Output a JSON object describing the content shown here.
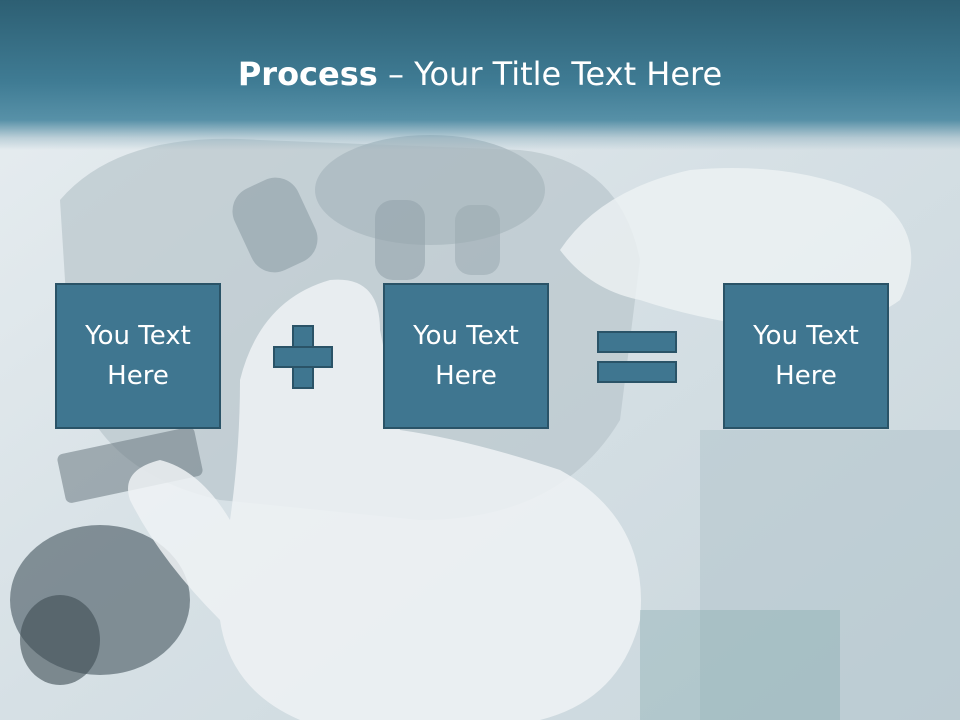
{
  "slide": {
    "title_bold": "Process",
    "title_rest": " – Your Title Text Here"
  },
  "boxes": [
    {
      "line1": "You Text",
      "line2": "Here"
    },
    {
      "line1": "You Text",
      "line2": "Here"
    },
    {
      "line1": "You Text",
      "line2": "Here"
    }
  ],
  "operators": [
    "plus-icon",
    "equals-icon"
  ],
  "colors": {
    "header": "#2d5f73",
    "box_fill": "#3f7690",
    "box_border": "#2a5367",
    "text": "#ffffff"
  }
}
